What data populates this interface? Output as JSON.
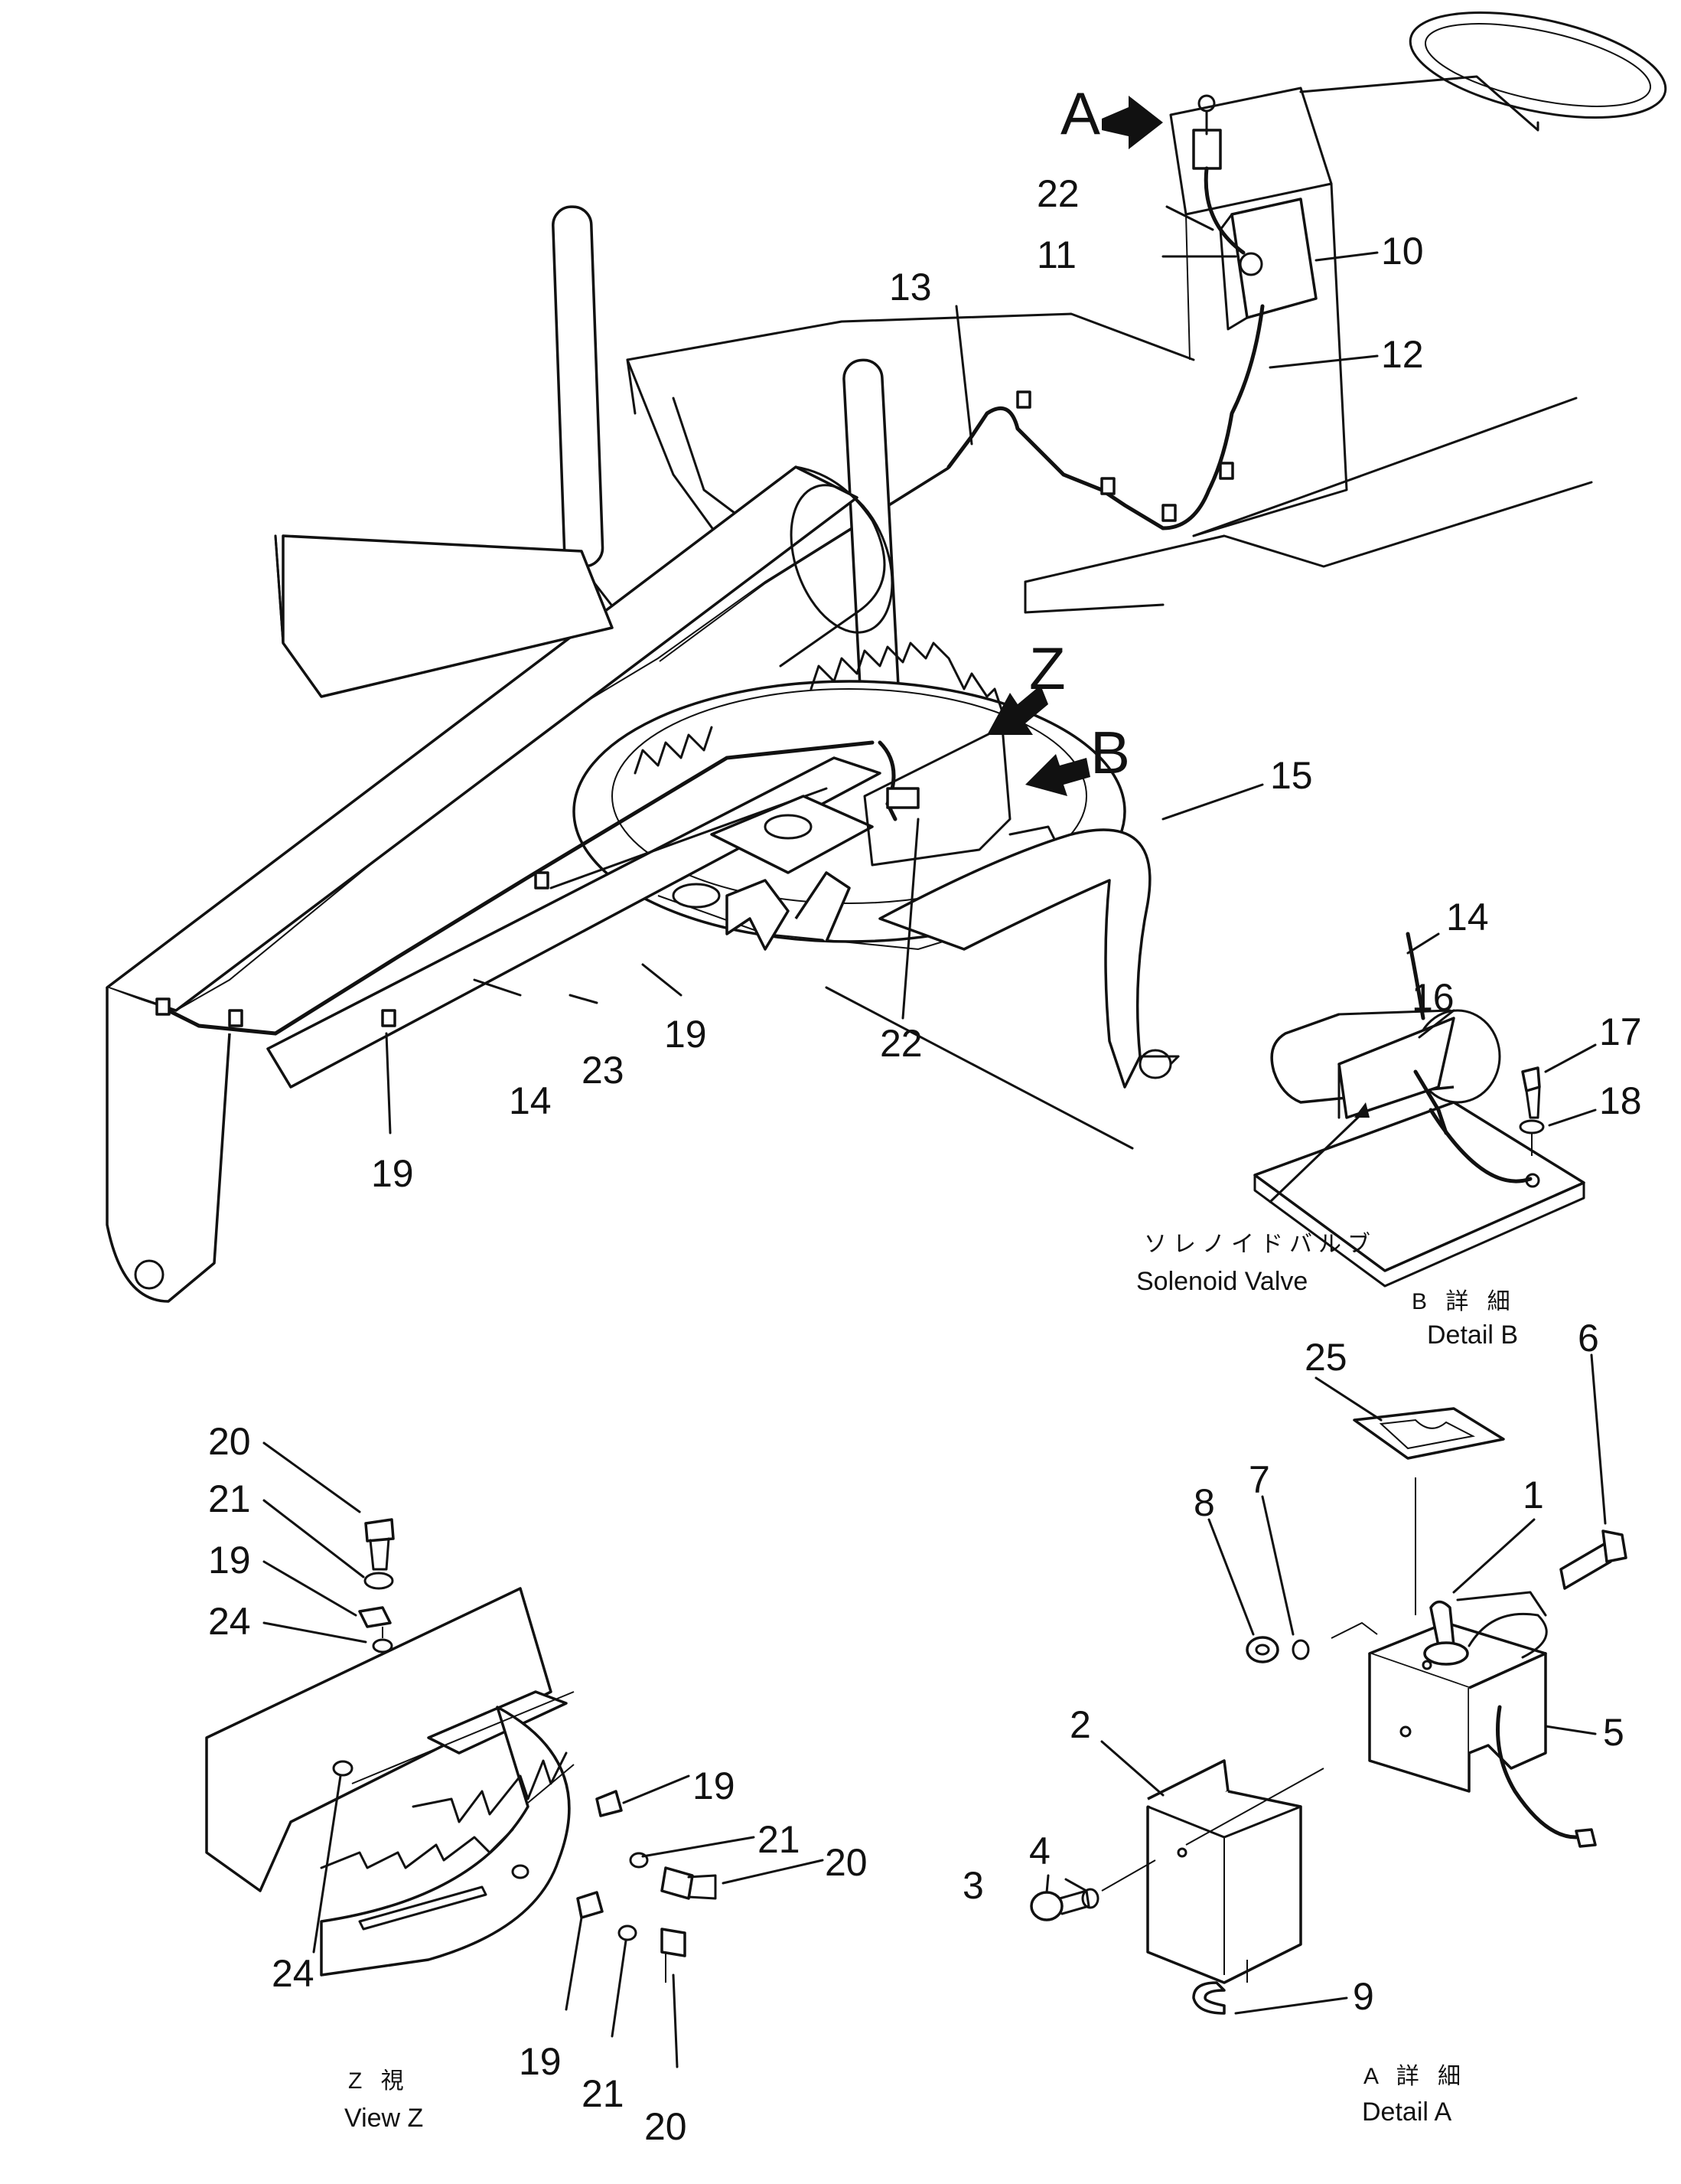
{
  "main_view": {
    "pointers": {
      "a": "A",
      "z": "Z",
      "b": "B"
    },
    "callouts": {
      "n10": "10",
      "n11": "11",
      "n12": "12",
      "n13": "13",
      "n14": "14",
      "n15": "15",
      "n19a": "19",
      "n19b": "19",
      "n22a": "22",
      "n22b": "22",
      "n23": "23"
    }
  },
  "detail_b": {
    "callouts": {
      "n14": "14",
      "n16": "16",
      "n17": "17",
      "n18": "18"
    },
    "solenoid_jp": "ソレノイドバルブ",
    "solenoid_en": "Solenoid Valve",
    "caption_jp": "B 詳 細",
    "caption_en": "Detail B"
  },
  "view_z": {
    "callouts": {
      "n20a": "20",
      "n21a": "21",
      "n19a": "19",
      "n24a": "24",
      "n24b": "24",
      "n19b": "19",
      "n21b": "21",
      "n20b": "20",
      "n19c": "19",
      "n21c": "21",
      "n20c": "20"
    },
    "caption_jp": "Z 視",
    "caption_en": "View Z"
  },
  "detail_a": {
    "callouts": {
      "n25": "25",
      "n6": "6",
      "n1": "1",
      "n7": "7",
      "n8": "8",
      "n2": "2",
      "n5": "5",
      "n4": "4",
      "n3": "3",
      "n9": "9"
    },
    "caption_jp": "A 詳 細",
    "caption_en": "Detail A"
  }
}
